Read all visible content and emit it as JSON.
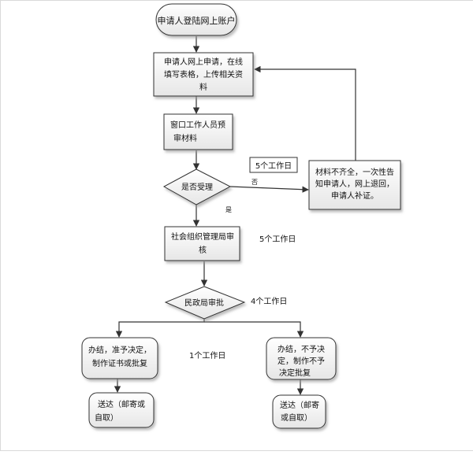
{
  "nodes": {
    "start": "申请人登陆网上账户",
    "apply_line1": "申请人网上申请，在线",
    "apply_line2": "填写表格，上传相关资",
    "apply_line3": "料",
    "pre_review_line1": "窗口工作人员预",
    "pre_review_line2": "审材料",
    "accept_decision": "是否受理",
    "incomplete_line1": "材料不齐全，一次性告",
    "incomplete_line2": "知申请人，网上退回，",
    "incomplete_line3": "申请人补证。",
    "org_review_line1": "社会组织管理局审",
    "org_review_line2": "核",
    "bureau_approval": "民政局审批",
    "approve_line1": "办结，准予决定，",
    "approve_line2": "制作证书或批复",
    "reject_line1": "办结，不予决",
    "reject_line2": "定，制作不予",
    "reject_line3": "决定批复",
    "deliver_left_line1": "送达（邮寄或",
    "deliver_left_line2": "自取）",
    "deliver_right_line1": "送达（邮寄",
    "deliver_right_line2": "或自取）"
  },
  "labels": {
    "no": "否",
    "yes": "是",
    "days_5_boxed": "5个工作日",
    "days_5": "5个工作日",
    "days_4": "4个工作日",
    "days_1": "1个工作日"
  }
}
